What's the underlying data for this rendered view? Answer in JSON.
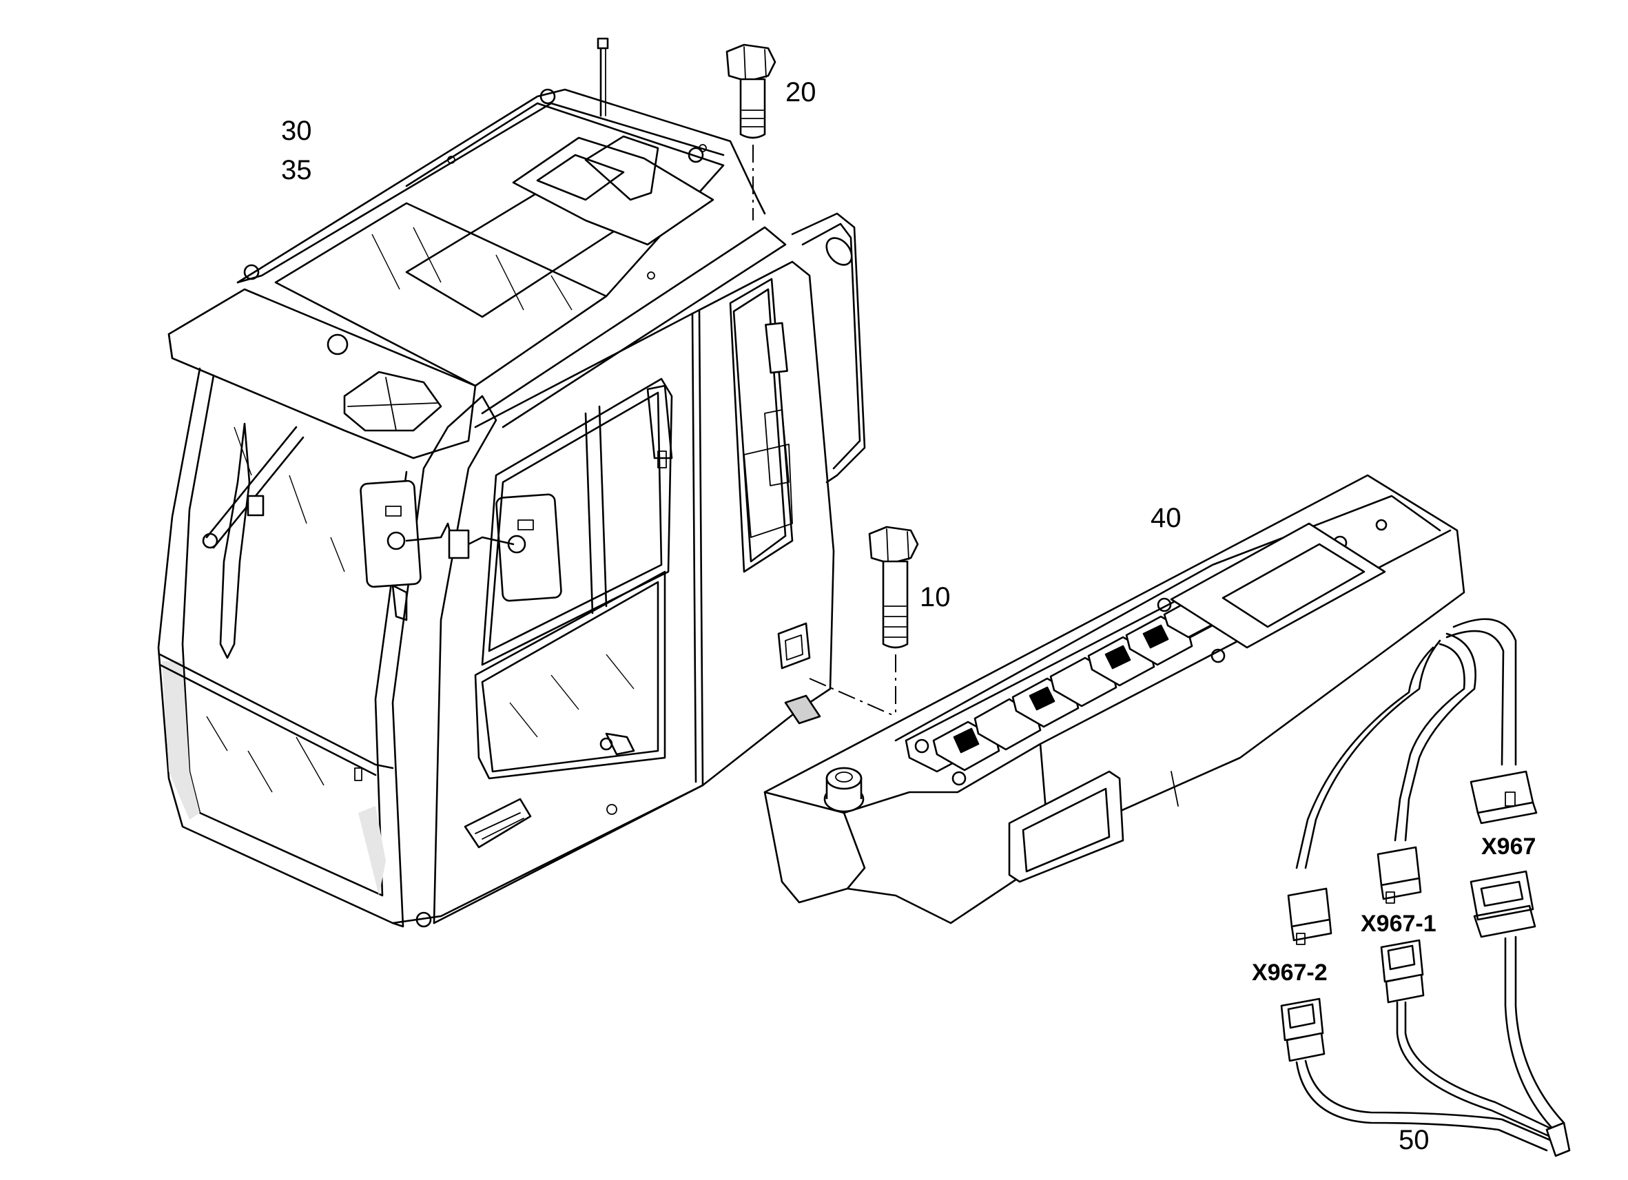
{
  "diagram": {
    "callouts": {
      "c30": "30",
      "c35": "35",
      "c20": "20",
      "c10": "10",
      "c40": "40",
      "c50": "50"
    },
    "connectors": {
      "x967": "X967",
      "x967_1": "X967-1",
      "x967_2": "X967-2"
    }
  }
}
